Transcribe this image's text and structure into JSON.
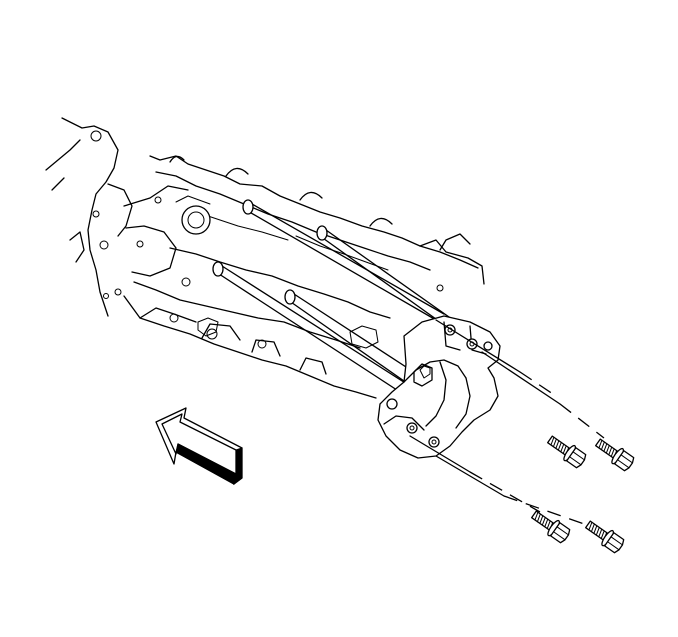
{
  "figure": {
    "description_label": "",
    "background": "#ffffff",
    "line_color": "#000000",
    "parts": [
      "engine-block",
      "mount-bracket",
      "bolt",
      "direction-arrow"
    ],
    "bolt_count": 4
  }
}
